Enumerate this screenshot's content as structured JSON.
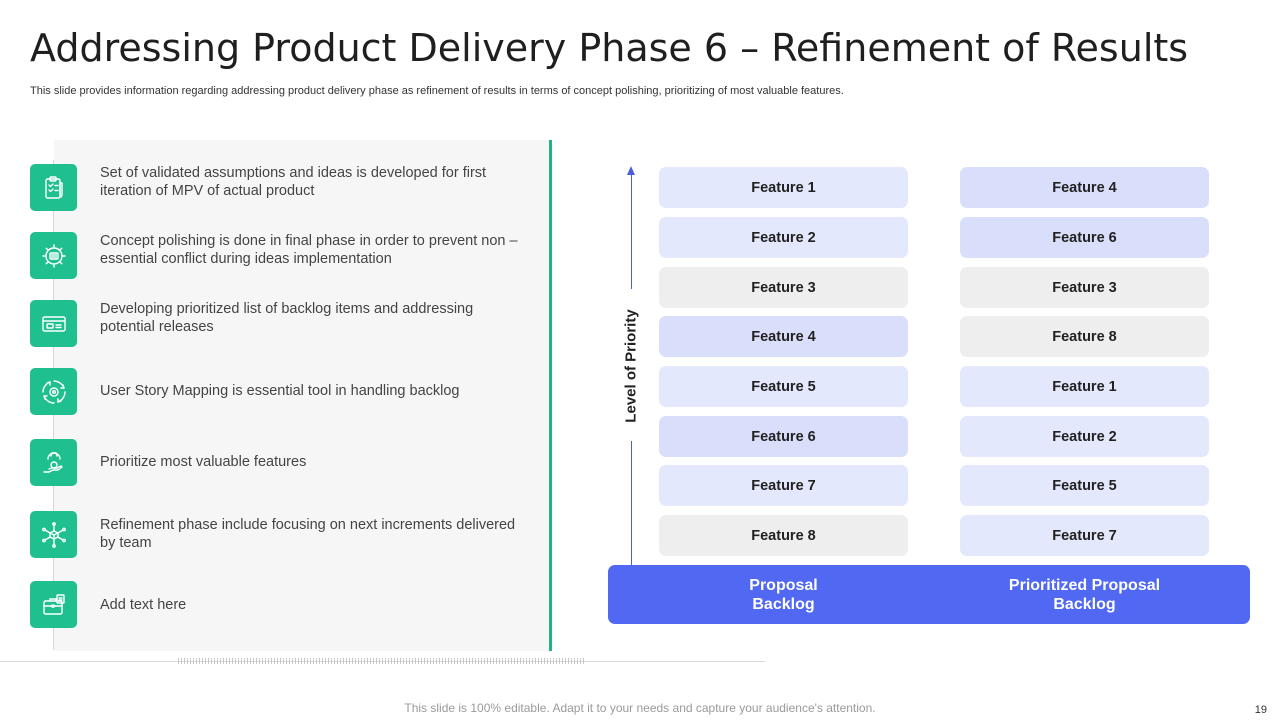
{
  "slide": {
    "title": "Addressing Product Delivery Phase 6 – Refinement of Results",
    "subtitle": "This slide provides information regarding addressing product delivery phase as refinement of results in terms of concept polishing, prioritizing of most valuable features.",
    "footer": "This slide is 100% editable. Adapt it to your needs and capture your audience's attention.",
    "page_number": "19"
  },
  "items": [
    {
      "icon": "clipboard-checklist-icon",
      "text": "Set of validated assumptions and ideas is developed for first iteration of MPV of actual product"
    },
    {
      "icon": "gear-idea-icon",
      "text": "Concept polishing is done in final phase in order to prevent non – essential conflict during ideas implementation"
    },
    {
      "icon": "backlog-list-icon",
      "text": "Developing prioritized list of backlog items and addressing potential releases"
    },
    {
      "icon": "cycle-arrows-gear-icon",
      "text": "User Story Mapping is essential tool in handling backlog"
    },
    {
      "icon": "hand-value-icon",
      "text": "Prioritize most valuable features"
    },
    {
      "icon": "network-cube-icon",
      "text": "Refinement phase include focusing on next increments delivered by team"
    },
    {
      "icon": "briefcase-icon",
      "text": "Add text here"
    }
  ],
  "axis_label": "Level of Priority",
  "proposal_backlog": {
    "label": "Proposal Backlog",
    "features": [
      "Feature 1",
      "Feature 2",
      "Feature 3",
      "Feature 4",
      "Feature 5",
      "Feature 6",
      "Feature 7",
      "Feature 8"
    ]
  },
  "prioritized_backlog": {
    "label": "Prioritized Proposal Backlog",
    "features": [
      "Feature 4",
      "Feature 6",
      "Feature 3",
      "Feature 8",
      "Feature 1",
      "Feature 2",
      "Feature 5",
      "Feature 7"
    ]
  },
  "colors": {
    "accent_green": "#1fbf8f",
    "accent_blue": "#5068f2",
    "feature_light": "#e4e8fd",
    "feature_medium": "#d9defb",
    "feature_gray": "#eeeeee"
  }
}
